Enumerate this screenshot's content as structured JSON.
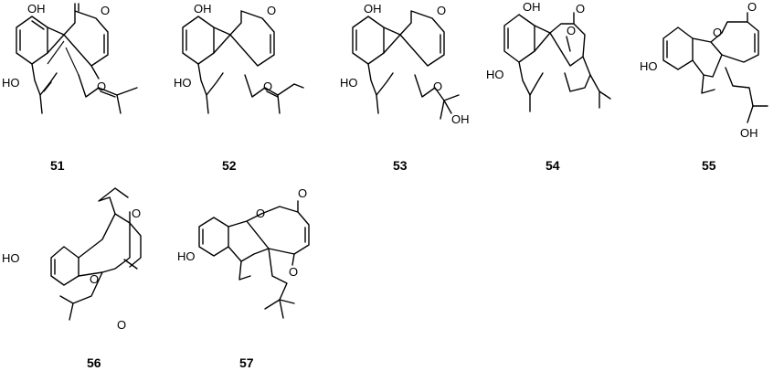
{
  "compounds": [
    {
      "label": "51"
    },
    {
      "label": "52"
    },
    {
      "label": "53"
    },
    {
      "label": "54"
    },
    {
      "label": "55"
    },
    {
      "label": "56"
    },
    {
      "label": "57"
    }
  ],
  "atoms": {
    "oh": "OH",
    "ho": "HO",
    "o": "O"
  }
}
